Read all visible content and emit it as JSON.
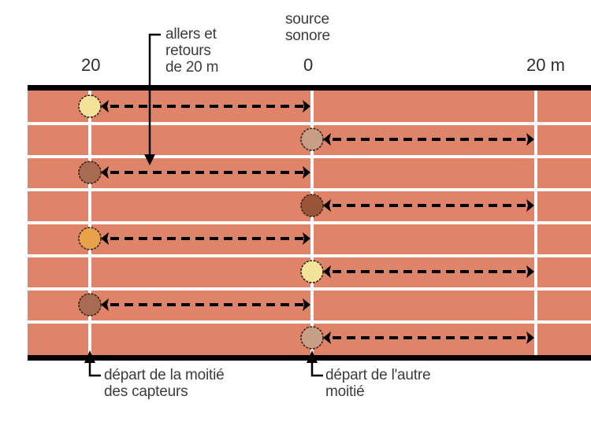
{
  "scale": {
    "left_label": "20",
    "center_label": "0",
    "right_label": "20 m"
  },
  "annotations": {
    "source": [
      "source",
      "sonore"
    ],
    "round_trips": [
      "allers et",
      "retours",
      "de 20 m"
    ],
    "start_half": [
      "départ de la moitié",
      "des capteurs"
    ],
    "start_other_half": [
      "départ de l'autre",
      "moitié"
    ]
  },
  "colors": {
    "track": "#df8468",
    "lane_line": "#ffffff",
    "border": "#000000",
    "arrow": "#000000"
  },
  "lanes": [
    {
      "side": "left",
      "sensor_color": "#f3e29a"
    },
    {
      "side": "right",
      "sensor_color": "#c79e86"
    },
    {
      "side": "left",
      "sensor_color": "#a86a50"
    },
    {
      "side": "right",
      "sensor_color": "#9a5438"
    },
    {
      "side": "left",
      "sensor_color": "#e8a24a"
    },
    {
      "side": "right",
      "sensor_color": "#f3e29a"
    },
    {
      "side": "left",
      "sensor_color": "#a86a50"
    },
    {
      "side": "right",
      "sensor_color": "#c79e86"
    }
  ]
}
